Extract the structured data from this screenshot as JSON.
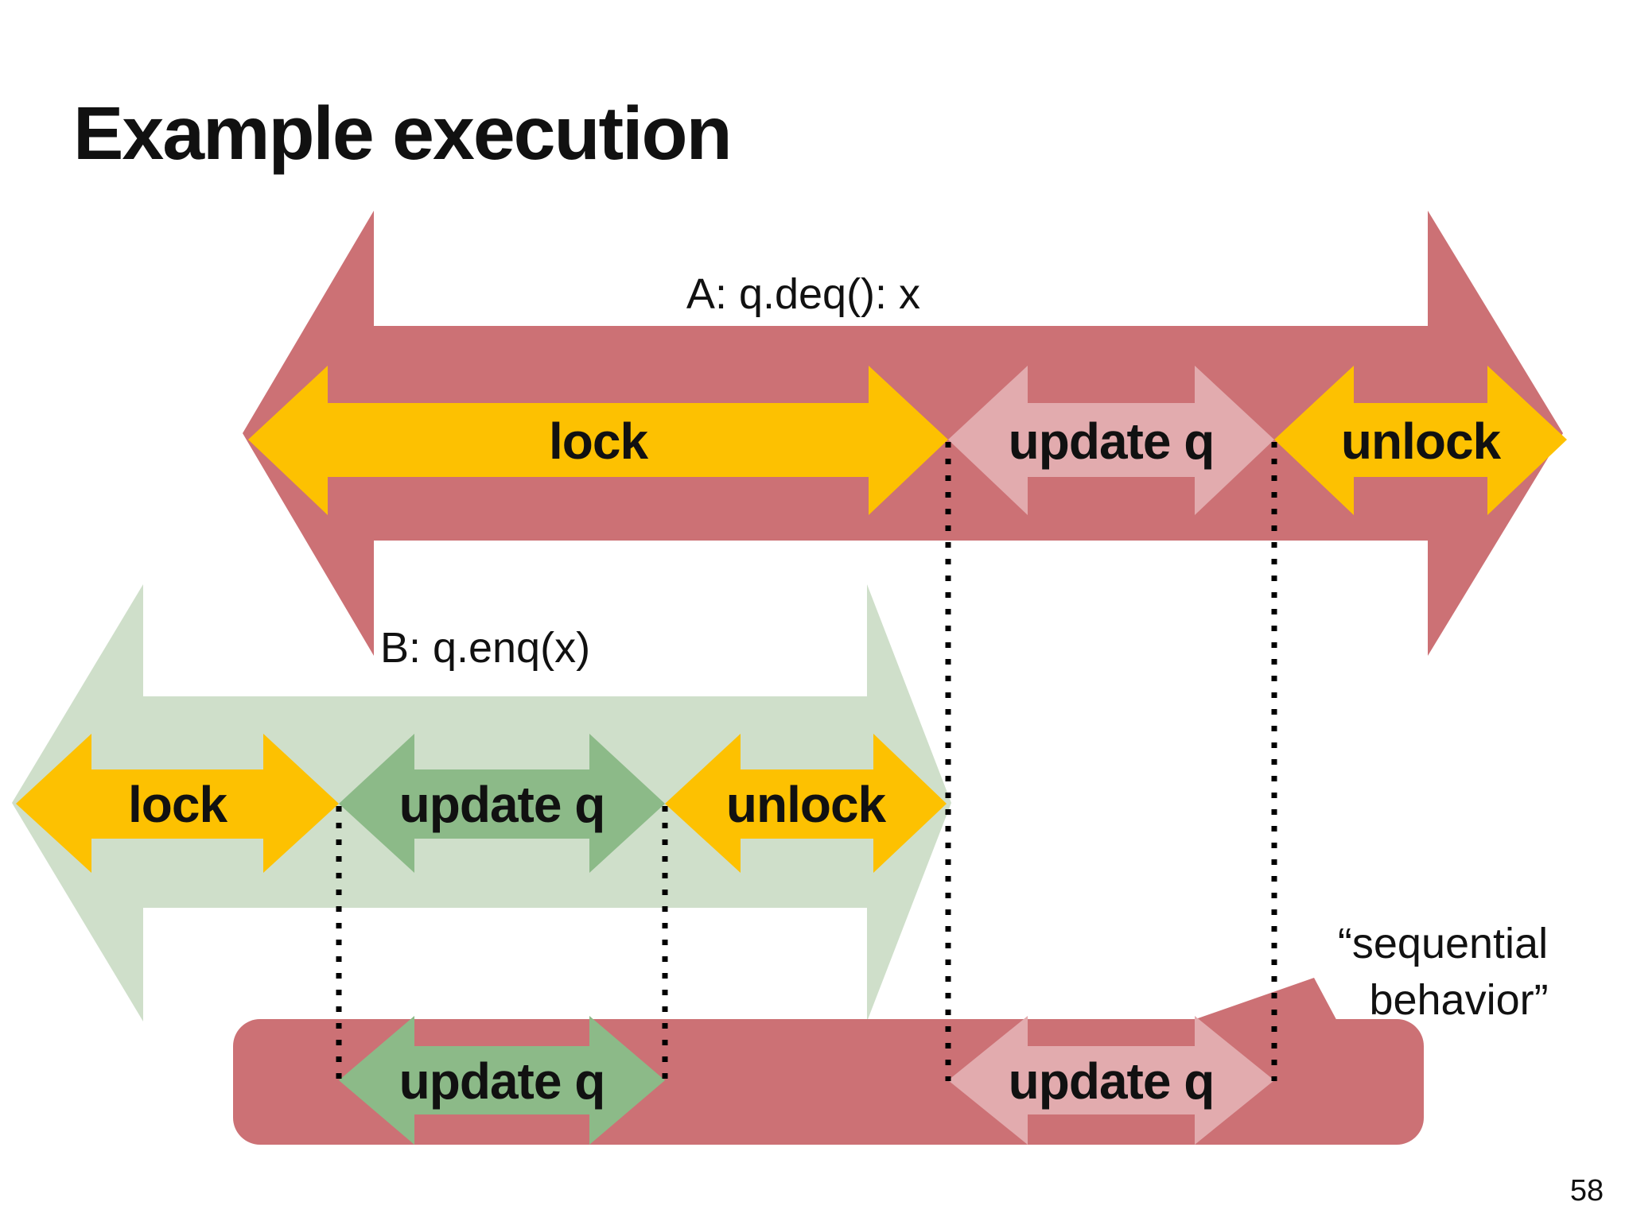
{
  "slide": {
    "title": "Example execution",
    "page_number": "58"
  },
  "colors": {
    "thread_a_fill": "#cc7175",
    "update_a_fill": "#e2abae",
    "lock_fill": "#fdc101",
    "thread_b_fill": "#cfdfca",
    "update_b_fill": "#8cba88",
    "dotted_line": "#000000",
    "label_text": "#111111",
    "page_number_text": "#8c8c8c"
  },
  "thread_a": {
    "label": "A: q.deq(): x",
    "lock_label": "lock",
    "update_label": "update q",
    "unlock_label": "unlock"
  },
  "thread_b": {
    "label": "B: q.enq(x)",
    "lock_label": "lock",
    "update_label": "update q",
    "unlock_label": "unlock"
  },
  "sequential_bar": {
    "update_b_label": "update q",
    "update_a_label": "update q"
  },
  "callout": {
    "line1": "“sequential",
    "line2": "behavior”"
  }
}
